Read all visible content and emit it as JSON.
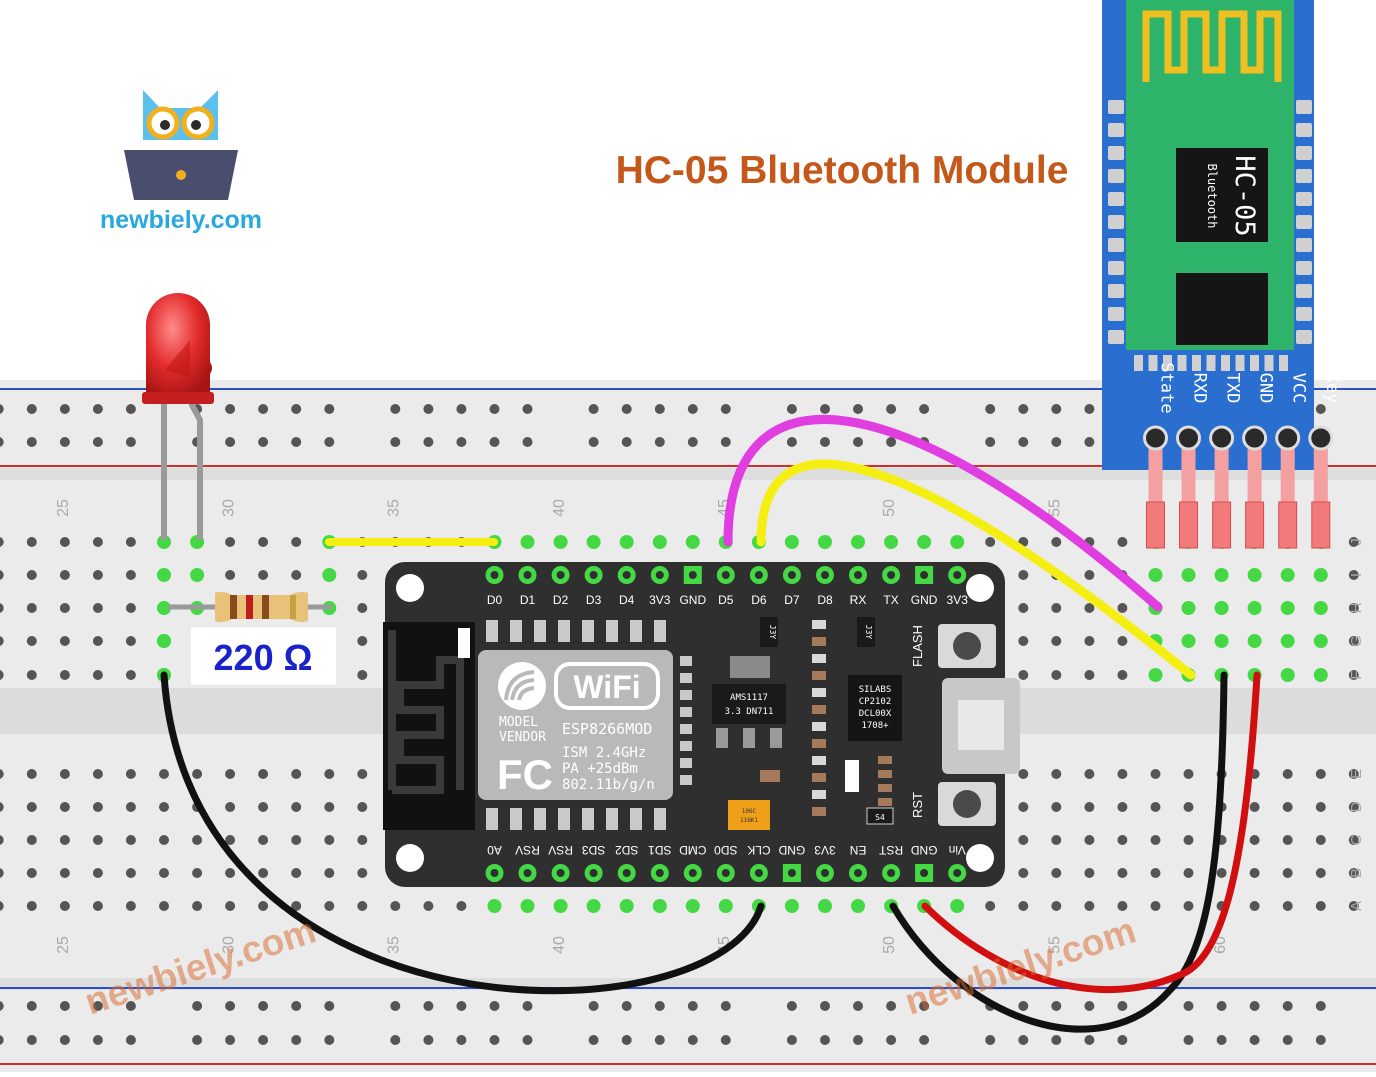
{
  "brand": {
    "site_name": "newbiely.com",
    "watermark_left": "newbiely.com",
    "watermark_right": "newbiely.com",
    "colors": {
      "owl": "#5bc0eb",
      "laptop": "#4a4e6e",
      "site_text": "#29a8e0",
      "watermark": "#d96a2b"
    }
  },
  "title": {
    "text": "HC-05 Bluetooth Module",
    "color": "#c4581a"
  },
  "breadboard": {
    "column_numbers": [
      "25",
      "30",
      "35",
      "40",
      "45",
      "50",
      "55",
      "60"
    ],
    "row_letters_top": [
      "J",
      "I",
      "H",
      "G",
      "F"
    ],
    "row_letters_bottom": [
      "E",
      "D",
      "C",
      "B",
      "A"
    ],
    "rail_colors": {
      "minus": "#2d4ec9",
      "plus": "#d62b2b"
    }
  },
  "resistor": {
    "value_label": "220 Ω",
    "label_color": "#1a22c9"
  },
  "led": {
    "color": "#e32b2b"
  },
  "nodemcu": {
    "top_pins": [
      "D0",
      "D1",
      "D2",
      "D3",
      "D4",
      "3V3",
      "GND",
      "D5",
      "D6",
      "D7",
      "D8",
      "RX",
      "TX",
      "GND",
      "3V3"
    ],
    "bottom_pins": [
      "A0",
      "RSV",
      "RSV",
      "SD3",
      "SD2",
      "SD1",
      "CMD",
      "SD0",
      "CLK",
      "GND",
      "3V3",
      "EN",
      "RST",
      "GND",
      "Vin"
    ],
    "module_texts": {
      "wifi": "WiFi",
      "model": "MODEL",
      "vendor": "VENDOR",
      "esp": "ESP8266MOD",
      "fc": "FC",
      "ism": "ISM 2.4GHz",
      "pa": "PA  +25dBm",
      "proto": "802.11b/g/n"
    },
    "regulator_text": [
      "AMS1117",
      "3.3   DN711"
    ],
    "chip_text": [
      "SILABS",
      "CP2102",
      "DCL00X",
      "1708+"
    ],
    "flash_label": "FLASH",
    "rst_label": "RST",
    "cap_text": [
      "106C",
      "116K1"
    ],
    "small_parts": [
      "J3Y",
      "J3Y",
      "S4"
    ]
  },
  "hc05": {
    "chip_label": "HC-05",
    "chip_sub": "Bluetooth",
    "pins": [
      "State",
      "RXD",
      "TXD",
      "GND",
      "VCC",
      "Key"
    ],
    "board_color": "#2a6fcf",
    "pcb_color": "#2db36a"
  },
  "wires": {
    "magenta": "#e03ee0",
    "yellow": "#f5ee12",
    "black": "#111111",
    "red": "#d10f0f"
  }
}
